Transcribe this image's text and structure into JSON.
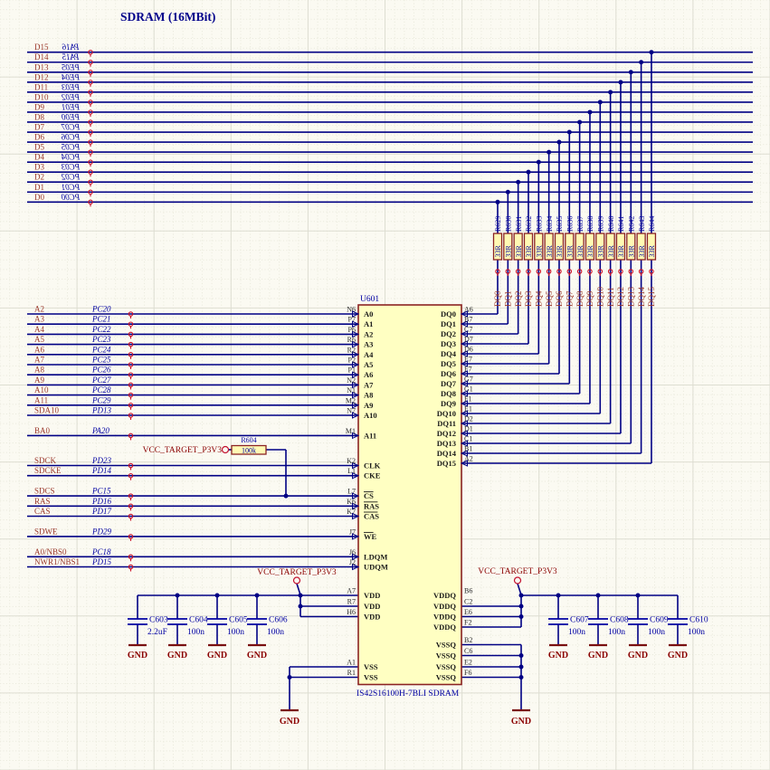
{
  "title": "SDRAM (16MBit)",
  "power": {
    "vcc": "VCC_TARGET_P3V3",
    "gnd": "GND"
  },
  "top_bus": {
    "rows": [
      {
        "signal": "D15",
        "port": "PA16"
      },
      {
        "signal": "D14",
        "port": "PA15"
      },
      {
        "signal": "D13",
        "port": "PE05"
      },
      {
        "signal": "D12",
        "port": "PE04"
      },
      {
        "signal": "D11",
        "port": "PE03"
      },
      {
        "signal": "D10",
        "port": "PE02"
      },
      {
        "signal": "D9",
        "port": "PE01"
      },
      {
        "signal": "D8",
        "port": "PE00"
      },
      {
        "signal": "D7",
        "port": "PC07"
      },
      {
        "signal": "D6",
        "port": "PC06"
      },
      {
        "signal": "D5",
        "port": "PC05"
      },
      {
        "signal": "D4",
        "port": "PC04"
      },
      {
        "signal": "D3",
        "port": "PC03"
      },
      {
        "signal": "D2",
        "port": "PC02"
      },
      {
        "signal": "D1",
        "port": "PC01"
      },
      {
        "signal": "D0",
        "port": "PC00"
      }
    ]
  },
  "termination": {
    "value": "33R",
    "resistors": [
      {
        "ref": "R629",
        "net": "DQ0"
      },
      {
        "ref": "R630",
        "net": "DQ1"
      },
      {
        "ref": "R631",
        "net": "DQ2"
      },
      {
        "ref": "R632",
        "net": "DQ3"
      },
      {
        "ref": "R633",
        "net": "DQ4"
      },
      {
        "ref": "R634",
        "net": "DQ5"
      },
      {
        "ref": "R635",
        "net": "DQ6"
      },
      {
        "ref": "R636",
        "net": "DQ7"
      },
      {
        "ref": "R637",
        "net": "DQ8"
      },
      {
        "ref": "R638",
        "net": "DQ9"
      },
      {
        "ref": "R639",
        "net": "DQ10"
      },
      {
        "ref": "R640",
        "net": "DQ11"
      },
      {
        "ref": "R641",
        "net": "DQ12"
      },
      {
        "ref": "R642",
        "net": "DQ13"
      },
      {
        "ref": "R643",
        "net": "DQ14"
      },
      {
        "ref": "R644",
        "net": "DQ15"
      }
    ]
  },
  "address_rows": [
    {
      "signal": "A2",
      "port": "PC20"
    },
    {
      "signal": "A3",
      "port": "PC21"
    },
    {
      "signal": "A4",
      "port": "PC22"
    },
    {
      "signal": "A5",
      "port": "PC23"
    },
    {
      "signal": "A6",
      "port": "PC24"
    },
    {
      "signal": "A7",
      "port": "PC25"
    },
    {
      "signal": "A8",
      "port": "PC26"
    },
    {
      "signal": "A9",
      "port": "PC27"
    },
    {
      "signal": "A10",
      "port": "PC28"
    },
    {
      "signal": "A11",
      "port": "PC29"
    },
    {
      "signal": "SDA10",
      "port": "PD13"
    },
    {
      "signal": "BA0",
      "port": "PA20"
    }
  ],
  "control_rows": [
    {
      "signal": "SDCK",
      "port": "PD23"
    },
    {
      "signal": "SDCKE",
      "port": "PD14"
    },
    {
      "signal": "SDCS",
      "port": "PC15"
    },
    {
      "signal": "RAS",
      "port": "PD16"
    },
    {
      "signal": "CAS",
      "port": "PD17"
    },
    {
      "signal": "SDWE",
      "port": "PD29"
    },
    {
      "signal": "A0/NBS0",
      "port": "PC18"
    },
    {
      "signal": "NWR1/NBS1",
      "port": "PD15"
    }
  ],
  "pullup": {
    "ref": "R604",
    "value": "100k",
    "rail": "VCC_TARGET_P3V3"
  },
  "sdram": {
    "designator": "U601",
    "part_name": "IS42S16100H-7BLI SDRAM",
    "vdd_name": "VDD",
    "vss_name": "VSS",
    "vddq_name": "VDDQ",
    "vssq_name": "VSSQ",
    "address_pins": [
      {
        "name": "A0",
        "number": "N6"
      },
      {
        "name": "A1",
        "number": "P7"
      },
      {
        "name": "A2",
        "number": "P6"
      },
      {
        "name": "A3",
        "number": "R6"
      },
      {
        "name": "A4",
        "number": "R2"
      },
      {
        "name": "A5",
        "number": "P2"
      },
      {
        "name": "A6",
        "number": "P1"
      },
      {
        "name": "A7",
        "number": "N2"
      },
      {
        "name": "A8",
        "number": "N1"
      },
      {
        "name": "A9",
        "number": "M2"
      },
      {
        "name": "A10",
        "number": "N7"
      },
      {
        "name": "A11",
        "number": "M1"
      }
    ],
    "control_pins": [
      {
        "name": "CLK",
        "number": "K2"
      },
      {
        "name": "CKE",
        "number": "L1"
      },
      {
        "name": "CS",
        "number": "L7",
        "overline": true
      },
      {
        "name": "RAS",
        "number": "K6",
        "overline": true
      },
      {
        "name": "CAS",
        "number": "K7",
        "overline": true
      },
      {
        "name": "WE",
        "number": "J7",
        "overline": true
      },
      {
        "name": "LDQM",
        "number": "J6"
      },
      {
        "name": "UDQM",
        "number": "J2"
      }
    ],
    "dq_pins": [
      {
        "name": "DQ0",
        "number": "A6"
      },
      {
        "name": "DQ1",
        "number": "B7"
      },
      {
        "name": "DQ2",
        "number": "C7"
      },
      {
        "name": "DQ3",
        "number": "D7"
      },
      {
        "name": "DQ4",
        "number": "D6"
      },
      {
        "name": "DQ5",
        "number": "E7"
      },
      {
        "name": "DQ6",
        "number": "F7"
      },
      {
        "name": "DQ7",
        "number": "G7"
      },
      {
        "name": "DQ8",
        "number": "G1"
      },
      {
        "name": "DQ9",
        "number": "F1"
      },
      {
        "name": "DQ10",
        "number": "E1"
      },
      {
        "name": "DQ11",
        "number": "D2"
      },
      {
        "name": "DQ12",
        "number": "D1"
      },
      {
        "name": "DQ13",
        "number": "C1"
      },
      {
        "name": "DQ14",
        "number": "B1"
      },
      {
        "name": "DQ15",
        "number": "A2"
      }
    ],
    "vdd_pins": [
      "A7",
      "R7",
      "H6"
    ],
    "vss_pins": [
      "A1",
      "R1"
    ],
    "vddq_pins": [
      "B6",
      "C2",
      "E6",
      "F2"
    ],
    "vssq_pins": [
      "B2",
      "C6",
      "E2",
      "F6"
    ]
  },
  "decoupling": {
    "left": [
      {
        "ref": "C603",
        "value": "2.2uF"
      },
      {
        "ref": "C604",
        "value": "100n"
      },
      {
        "ref": "C605",
        "value": "100n"
      },
      {
        "ref": "C606",
        "value": "100n"
      }
    ],
    "right": [
      {
        "ref": "C607",
        "value": "100n"
      },
      {
        "ref": "C608",
        "value": "100n"
      },
      {
        "ref": "C609",
        "value": "100n"
      },
      {
        "ref": "C610",
        "value": "100n"
      }
    ]
  },
  "colors": {
    "wire": "#000084",
    "net_label": "#9A372A",
    "power_label": "#8B0000",
    "port_label": "#0000A2",
    "component_outline": "#8B2323",
    "component_fill": "#FFFFC2",
    "marker": "#CE1126",
    "background": "#FBFAF2"
  }
}
